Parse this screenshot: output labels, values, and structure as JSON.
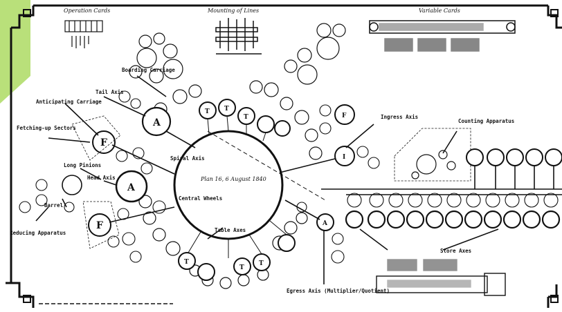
{
  "titles": {
    "top_left": "Operation Cards",
    "top_middle": "Mounting of Lines",
    "top_right": "Variable Cards"
  },
  "central": {
    "inscription": "Plan 16, 6 August 1840",
    "label": "Central Wheels"
  },
  "labels": {
    "boarding_carriage": "Boarding Carriage",
    "tail_axis": "Tail Axis",
    "anticipating_carriage": "Anticipating Carriage",
    "fetching_up_sectors": "Fetching-up Sectors",
    "long_pinions": "Long Pinions",
    "head_axis": "Head Axis",
    "barrel": "Barrel",
    "reducing_apparatus": "Reducing Apparatus",
    "spiral_axis": "Spiral Axis",
    "table_axes": "Table Axes",
    "ingress_axis": "Ingress Axis",
    "counting_apparatus": "Counting Apparatus",
    "store_axes": "Store Axes",
    "egress_axis": "Egress Axis (Multiplier/Quotient)"
  },
  "letters": {
    "A": "A",
    "F": "F",
    "I": "I",
    "T": "T"
  },
  "colors": {
    "accent_green": "#b9e07a",
    "ink": "#111111",
    "paper": "#ffffff"
  }
}
